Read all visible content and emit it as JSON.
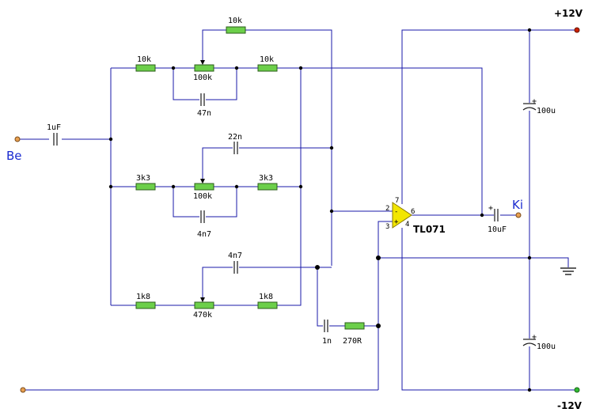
{
  "signals": {
    "input": "Be",
    "output": "Ki"
  },
  "supply": {
    "positive": "+12V",
    "negative": "-12V"
  },
  "opamp": {
    "name": "TL071",
    "pin_in_minus": "2",
    "pin_in_plus": "3",
    "pin_out": "6",
    "pin_vpos": "7",
    "pin_vneg": "4",
    "sign_minus": "-",
    "sign_plus": "+"
  },
  "components": {
    "c_in": "1uF",
    "r_feedback_top": "10k",
    "bass_r_left": "10k",
    "bass_pot": "100k",
    "bass_r_right": "10k",
    "bass_cap": "47n",
    "mid_cap_top": "22n",
    "mid_r_left": "3k3",
    "mid_pot": "100k",
    "mid_r_right": "3k3",
    "mid_cap": "4n7",
    "treble_cap_top": "4n7",
    "treble_r_left": "1k8",
    "treble_pot": "470k",
    "treble_r_right": "1k8",
    "c_series": "1n",
    "r_series": "270R",
    "c_out": "10uF",
    "c_out_plus": "+",
    "c_supply_pos": "100u",
    "c_supply_pos_plus": "+",
    "c_supply_neg": "100u",
    "c_supply_neg_plus": "+"
  },
  "colors": {
    "wire": "#1a1aa8",
    "resistor": "#6ccf4a",
    "opamp": "#f2e600",
    "signal_text": "#1a2ad0",
    "pos_terminal": "#cc2200",
    "neg_terminal": "#33bb33"
  }
}
